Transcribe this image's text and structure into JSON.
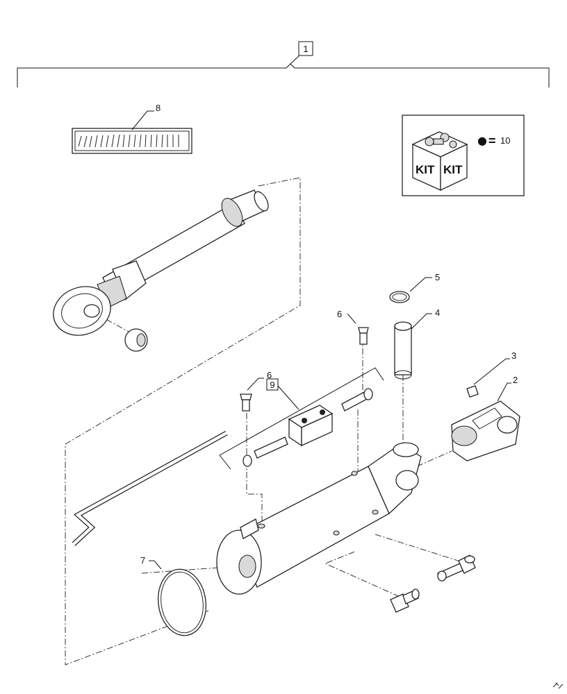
{
  "assembly": {
    "callout": "1"
  },
  "callouts": {
    "c2": "2",
    "c3": "3",
    "c4": "4",
    "c5": "5",
    "c6a": "6",
    "c6b": "6",
    "c7": "7",
    "c8": "8",
    "c9": "9"
  },
  "kit_box": {
    "label_left": "KIT",
    "label_right": "KIT",
    "legend_symbol": "●",
    "legend_equals": "=",
    "legend_number": "10"
  }
}
